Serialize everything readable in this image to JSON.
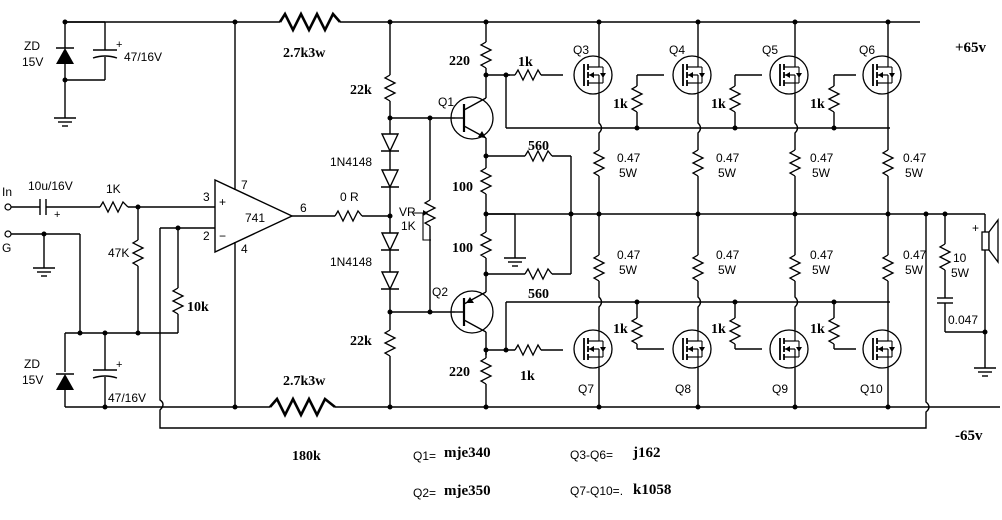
{
  "zener_top": {
    "ref": "ZD",
    "voltage": "15V"
  },
  "cap_top": {
    "polarity": "+",
    "value": "47/16V"
  },
  "zener_bottom": {
    "ref": "ZD",
    "voltage": "15V"
  },
  "cap_bottom": {
    "polarity": "+",
    "value": "47/16V"
  },
  "input": {
    "in_label": "In",
    "gnd_label": "G",
    "cap_value": "10u/16V",
    "cap_plus": "+",
    "res_value": "1K",
    "pulldown_value": "47K"
  },
  "opamp": {
    "name": "741",
    "pin_plus": "3",
    "pin_minus": "2",
    "pin_v_pos": "7",
    "pin_v_neg": "4",
    "pin_out": "6",
    "plus_sign": "+",
    "minus_sign": "−"
  },
  "feedback": {
    "r10k": "10k",
    "r180k": "180k"
  },
  "output_res": "0 R",
  "top_res": "2.7k3w",
  "bottom_res": "2.7k3w",
  "bias": {
    "r_top": "22k",
    "r_bottom": "22k",
    "diode_top": "1N4148",
    "diode_bottom": "1N4148",
    "vr_ref": "VR",
    "vr_value": "1K"
  },
  "drivers": {
    "q1": "Q1",
    "q2": "Q2",
    "r220_top": "220",
    "r220_bottom": "220",
    "r100_top": "100",
    "r100_bottom": "100",
    "r560_top": "560",
    "r560_bottom": "560",
    "r1k_top": "1k",
    "r1k_bottom": "1k"
  },
  "mosfets_top": [
    {
      "ref": "Q3"
    },
    {
      "ref": "Q4"
    },
    {
      "ref": "Q5"
    },
    {
      "ref": "Q6"
    }
  ],
  "mosfets_bottom": [
    {
      "ref": "Q7"
    },
    {
      "ref": "Q8"
    },
    {
      "ref": "Q9"
    },
    {
      "ref": "Q10"
    }
  ],
  "gate_res": "1k",
  "emitter_res": {
    "value": "0.47",
    "power": "5W"
  },
  "zobel": {
    "res_value": "10",
    "res_power": "5W",
    "cap_value": "0.047"
  },
  "speaker": {
    "plus": "+"
  },
  "rails": {
    "positive": "+65v",
    "negative": "-65v"
  },
  "parts": {
    "q1_label": "Q1=",
    "q1_part": "mje340",
    "q2_label": "Q2=",
    "q2_part": "mje350",
    "top_label": "Q3-Q6=",
    "top_part": "j162",
    "bottom_label": "Q7-Q10=.",
    "bottom_part": "k1058"
  }
}
